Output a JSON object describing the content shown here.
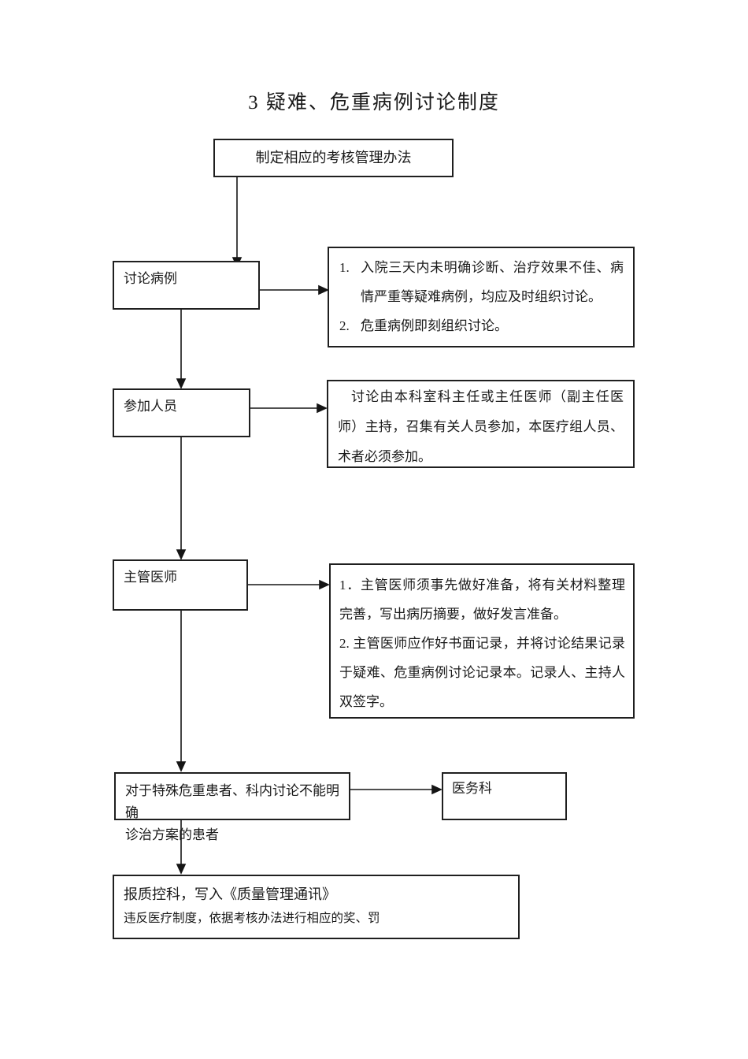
{
  "title": "3 疑难、危重病例讨论制度",
  "colors": {
    "ink": "#1a1a1a",
    "border": "#1f1f1f",
    "background": "#ffffff"
  },
  "flow": {
    "plan": {
      "label": "制定相应的考核管理办法"
    },
    "discuss": {
      "label": "讨论病例"
    },
    "discuss_note": {
      "items": [
        {
          "num": "1.",
          "text": "入院三天内未明确诊断、治疗效果不佳、病情严重等疑难病例，均应及时组织讨论。"
        },
        {
          "num": "2.",
          "text": "危重病例即刻组织讨论。"
        }
      ]
    },
    "participants": {
      "label": "参加人员"
    },
    "participants_note": {
      "text": "讨论由本科室科主任或主任医师（副主任医师）主持，召集有关人员参加，本医疗组人员、术者必须参加。"
    },
    "physician": {
      "label": "主管医师"
    },
    "physician_note": {
      "items": [
        {
          "text": "1．主管医师须事先做好准备，将有关材料整理完善，写出病历摘要，做好发言准备。"
        },
        {
          "text": "2. 主管医师应作好书面记录，并将讨论结果记录于疑难、危重病例讨论记录本。记录人、主持人双签字。"
        }
      ]
    },
    "special": {
      "line1": "对于特殊危重患者、科内讨论不能明确",
      "line2": "诊治方案的患者"
    },
    "medical_affairs": {
      "label": "医务科"
    },
    "report": {
      "line1": "报质控科，写入《质量管理通讯》",
      "line2": "违反医疗制度，依据考核办法进行相应的奖、罚"
    }
  }
}
